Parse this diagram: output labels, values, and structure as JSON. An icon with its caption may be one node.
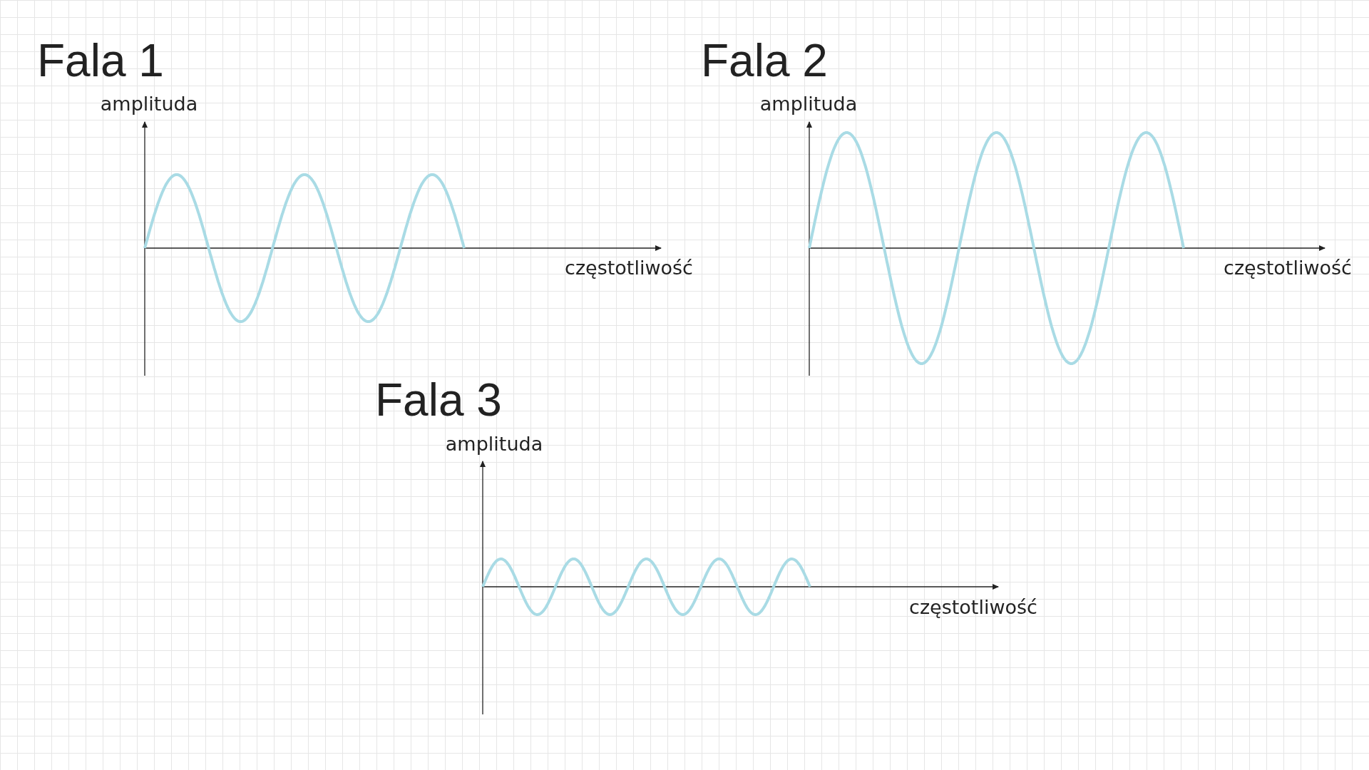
{
  "diagram": {
    "labels": [
      "Fala 1",
      "amplituda",
      "częstotliwość",
      "Fala 2",
      "amplituda",
      "częstotliwość",
      "Fala 3",
      "amplituda",
      "częstotliwość"
    ]
  }
}
